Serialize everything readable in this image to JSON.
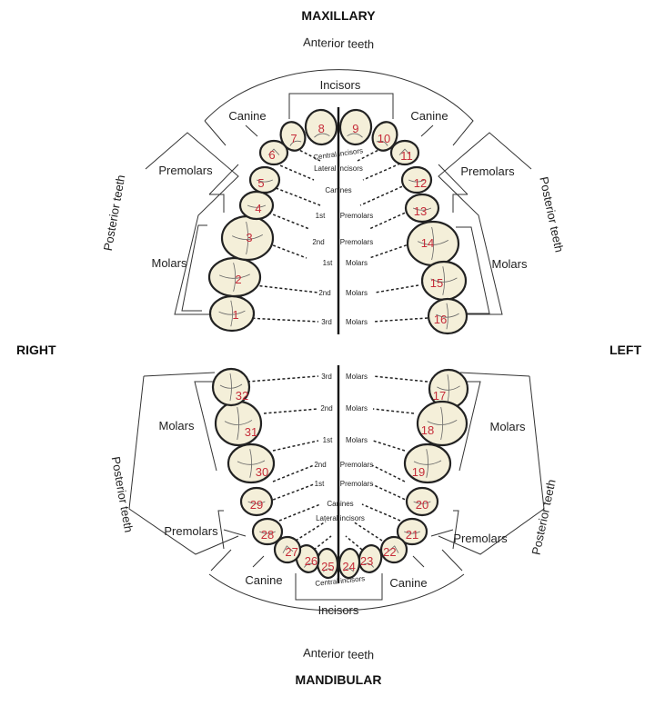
{
  "titles": {
    "maxillary": "MAXILLARY",
    "mandibular": "MANDIBULAR",
    "right": "RIGHT",
    "left": "LEFT"
  },
  "upper": {
    "anterior_teeth": "Anterior teeth",
    "incisors": "Incisors",
    "canine_right": "Canine",
    "canine_left": "Canine",
    "premolars_right": "Premolars",
    "premolars_left": "Premolars",
    "molars_right": "Molars",
    "molars_left": "Molars",
    "posterior_right": "Posterior teeth",
    "posterior_left": "Posterior teeth",
    "center_labels": {
      "central_incisors": "Central incisors",
      "lateral_incisors": "Lateral incisors",
      "canines": "Canines",
      "premolar1_num": "1st",
      "premolar1": "Premolars",
      "premolar2_num": "2nd",
      "premolar2": "Premolars",
      "molar1_num": "1st",
      "molar1": "Molars",
      "molar2_num": "2nd",
      "molar2": "Molars",
      "molar3_num": "3rd",
      "molar3": "Molars"
    }
  },
  "lower": {
    "anterior_teeth": "Anterior teeth",
    "incisors": "Incisors",
    "canine_right": "Canine",
    "canine_left": "Canine",
    "premolars_right": "Premolars",
    "premolars_left": "Premolars",
    "molars_right": "Molars",
    "molars_left": "Molars",
    "posterior_right": "Posterior teeth",
    "posterior_left": "Posterior teeth",
    "center_labels": {
      "molar3_num": "3rd",
      "molar3": "Molars",
      "molar2_num": "2nd",
      "molar2": "Molars",
      "molar1_num": "1st",
      "molar1": "Molars",
      "premolar2_num": "2nd",
      "premolar2": "Premolars",
      "premolar1_num": "1st",
      "premolar1": "Premolars",
      "canines": "Canines",
      "lateral_incisors": "Lateral incisors",
      "central_incisors": "Central incisors"
    }
  },
  "teeth_upper": [
    "1",
    "2",
    "3",
    "4",
    "5",
    "6",
    "7",
    "8",
    "9",
    "10",
    "11",
    "12",
    "13",
    "14",
    "15",
    "16"
  ],
  "teeth_lower": [
    "17",
    "18",
    "19",
    "20",
    "21",
    "22",
    "23",
    "24",
    "25",
    "26",
    "27",
    "28",
    "29",
    "30",
    "31",
    "32"
  ],
  "colors": {
    "tooth_fill": "#f4efd9",
    "tooth_number": "#c62d3a",
    "line": "#222222"
  }
}
